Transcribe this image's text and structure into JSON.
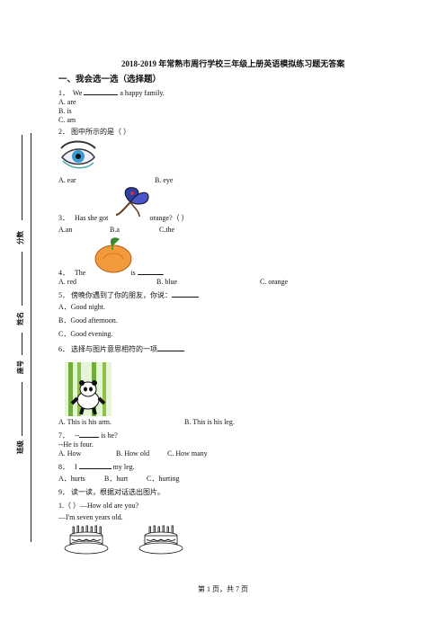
{
  "title": "2018-2019 年常熟市周行学校三年级上册英语模拟练习题无答案",
  "section1": "一、我会选一选（选择题）",
  "q1": {
    "num": "1．",
    "pre": "We",
    "post": "a happy family.",
    "a": "A. are",
    "b": "B. is",
    "c": "C. am"
  },
  "q2": {
    "text": "2．  图中所示的是（          ）",
    "a": "A. ear",
    "b": "B. eye"
  },
  "q3": {
    "num": "3．",
    "pre": "Has she got",
    "post": "orange?（          ）",
    "a": "A.an",
    "b": "B.a",
    "c": "C.the"
  },
  "q4": {
    "num": "4．",
    "pre": "The",
    "mid": "is",
    "post": ".",
    "a": "A. red",
    "b": "B. blue",
    "c": "C. orange"
  },
  "q5": {
    "text": "5．  傍晚你遇到了你的朋友，你说：",
    "a": "A．Good night.",
    "b": "B．Good afternoon.",
    "c": "C．Good evening."
  },
  "q6": {
    "text": "6．  选择与图片意思相符的一项",
    "a": "A. This is his arm.",
    "b": "B. This is his leg."
  },
  "q7": {
    "num": "7．",
    "pre": "--",
    "post": "is he?",
    "answer": "--He is four.",
    "a": "A. How",
    "b": "B. How old",
    "c": "C. How many"
  },
  "q8": {
    "num": "8．",
    "pre": "I",
    "post": "my leg.",
    "a": "A．hurts",
    "b": "B．hurt",
    "c": "C．hurting"
  },
  "q9": {
    "text": "9．  读一读，根据对话选出图片。",
    "line1": "1.（          ）—How old are you?",
    "line2": "—I'm seven years old."
  },
  "side": {
    "fen": "分数",
    "name": "姓名",
    "num": "座号",
    "cls": "班级"
  },
  "footer": "第 1 页，共 7 页"
}
